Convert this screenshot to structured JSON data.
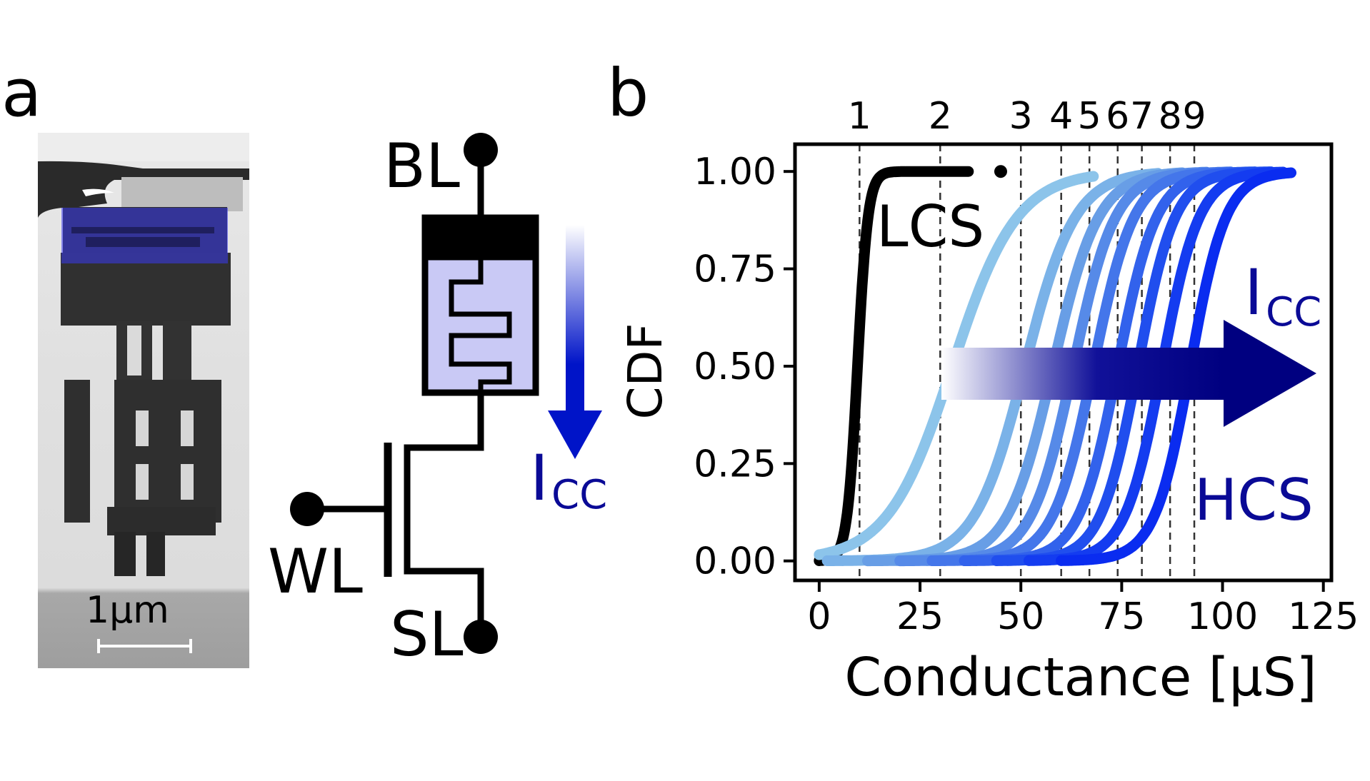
{
  "figure": {
    "panel_a": {
      "label": "a",
      "micrograph": {
        "scale_bar_label": "1µm"
      },
      "circuit": {
        "bitline_label": "BL",
        "wordline_label": "WL",
        "sourceline_label": "SL",
        "current_label": "I",
        "current_subscript": "CC",
        "colors": {
          "wire": "#000000",
          "device_fill": "#c9c9f5",
          "arrow": "#0014c8",
          "label": "#0a0a96"
        }
      }
    },
    "panel_b": {
      "label": "b"
    }
  },
  "chart_data": {
    "type": "scatter",
    "xlabel": "Conductance [µS]",
    "ylabel": "CDF",
    "xlim": [
      -6,
      127
    ],
    "ylim": [
      -0.05,
      1.07
    ],
    "xticks": [
      0,
      25,
      50,
      75,
      100,
      125
    ],
    "yticks": [
      0.0,
      0.25,
      0.5,
      0.75,
      1.0
    ],
    "ytick_labels": [
      "0.00",
      "0.25",
      "0.50",
      "0.75",
      "1.00"
    ],
    "grid": false,
    "reference_lines": {
      "labels": [
        "1",
        "2",
        "3",
        "4",
        "5",
        "6",
        "7",
        "8",
        "9"
      ],
      "x": [
        10,
        30,
        50,
        60,
        67,
        74,
        80,
        87,
        93
      ],
      "style": "dashed"
    },
    "annotations": {
      "lcs": "LCS",
      "hcs": "HCS",
      "arrow_label": "I",
      "arrow_subscript": "CC"
    },
    "series": [
      {
        "color": "#000000",
        "median": 9.5,
        "spread": 1.3,
        "xmin": 0,
        "xmax": 37,
        "outlier_x": [
          45
        ]
      },
      {
        "color": "#8cc4ea",
        "median": 33,
        "spread": 8.0,
        "xmin": 0,
        "xmax": 68
      },
      {
        "color": "#7ab2e8",
        "median": 51,
        "spread": 6.2,
        "xmin": 2,
        "xmax": 84
      },
      {
        "color": "#689ee6",
        "median": 58,
        "spread": 5.6,
        "xmin": 12,
        "xmax": 90
      },
      {
        "color": "#568ae8",
        "median": 63,
        "spread": 5.2,
        "xmin": 20,
        "xmax": 96
      },
      {
        "color": "#4476ea",
        "median": 68,
        "spread": 5.0,
        "xmin": 28,
        "xmax": 102
      },
      {
        "color": "#3262ec",
        "median": 74,
        "spread": 4.8,
        "xmin": 36,
        "xmax": 108
      },
      {
        "color": "#204eee",
        "median": 79,
        "spread": 4.6,
        "xmin": 44,
        "xmax": 112
      },
      {
        "color": "#143cf0",
        "median": 85,
        "spread": 4.6,
        "xmin": 52,
        "xmax": 115
      },
      {
        "color": "#0a2cf0",
        "median": 92,
        "spread": 4.4,
        "xmin": 60,
        "xmax": 117
      }
    ]
  }
}
